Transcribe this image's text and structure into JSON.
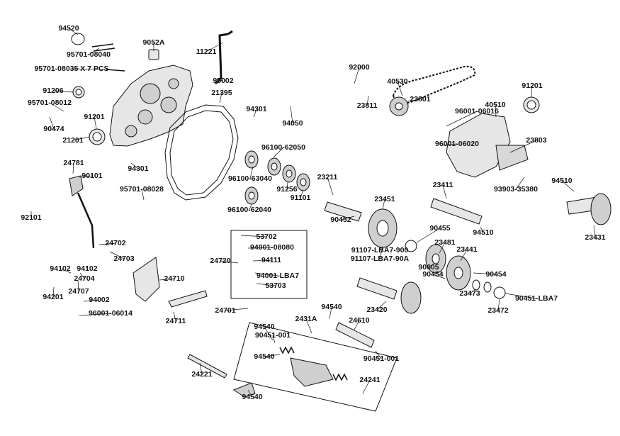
{
  "colors": {
    "ink": "#111111",
    "part_fill": "#e6e6e6",
    "part_dark": "#9a9a9a",
    "frame": "#111111"
  },
  "part_labels": [
    "94520",
    "95701-08040",
    "9052A",
    "11221",
    "95701-08035 X 7 PCS",
    "95002",
    "21395",
    "91206",
    "95701-08012",
    "90474",
    "91201",
    "21201",
    "94301",
    "94050",
    "92000",
    "40530",
    "23811",
    "23801",
    "91201",
    "96001-06016",
    "40510",
    "96001-06020",
    "23803",
    "93903-35380",
    "94510",
    "23431",
    "24781",
    "90101",
    "94301",
    "95701-08028",
    "96100-62050",
    "96100-63040",
    "91256",
    "91101",
    "96100-62040",
    "23211",
    "23451",
    "90452",
    "23411",
    "94510",
    "92101",
    "24702",
    "24703",
    "53702",
    "94001-08080",
    "94111",
    "24720",
    "94001-LBA7",
    "53703",
    "91107-LBA7-900",
    "91107-LBA7-90A",
    "90455",
    "23481",
    "23441",
    "90605",
    "90454",
    "90454",
    "23473",
    "23472",
    "90451-LBA7",
    "23420",
    "94102",
    "94102",
    "24704",
    "24707",
    "24710",
    "94201",
    "94002",
    "96001-06014",
    "24711",
    "24701",
    "94540",
    "2431A",
    "24610",
    "94540",
    "90451-001",
    "94540",
    "24241",
    "24221",
    "94540",
    "90451-001"
  ]
}
